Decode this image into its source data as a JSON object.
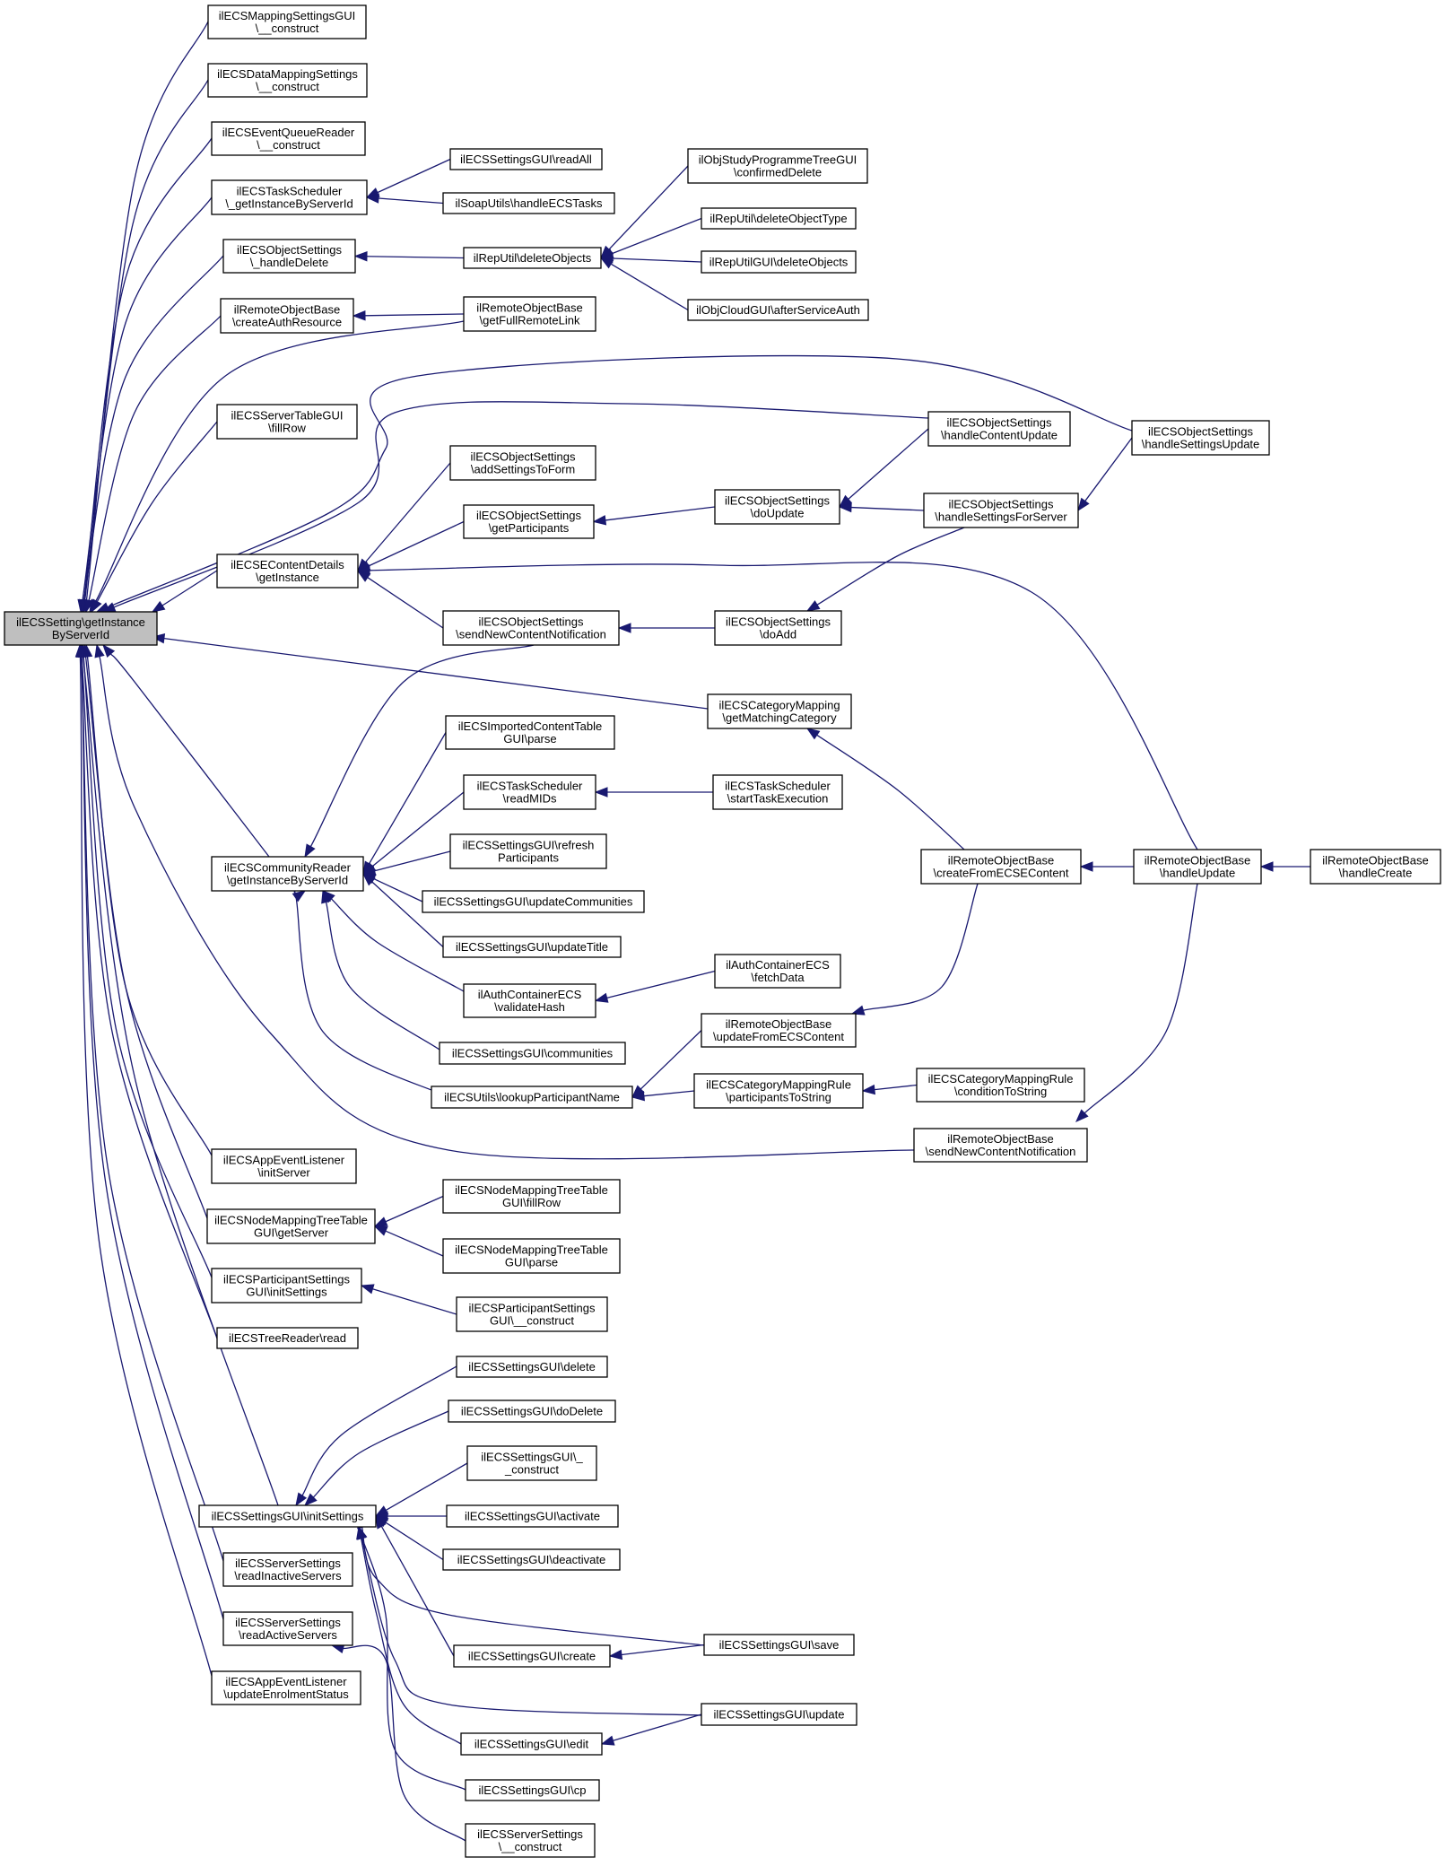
{
  "graph": {
    "edge_color": "#191970",
    "root_fill": "#bfbfbf",
    "nodes": [
      {
        "id": "root",
        "lines": [
          "ilECSSetting\\getInstance",
          "ByServerId"
        ],
        "root": true
      },
      {
        "id": "mapGUI",
        "lines": [
          "ilECSMappingSettingsGUI",
          "\\__construct"
        ]
      },
      {
        "id": "dataMap",
        "lines": [
          "ilECSDataMappingSettings",
          "\\__construct"
        ]
      },
      {
        "id": "eventQueue",
        "lines": [
          "ilECSEventQueueReader",
          "\\__construct"
        ]
      },
      {
        "id": "taskSched",
        "lines": [
          "ilECSTaskScheduler",
          "\\_getInstanceByServerId"
        ]
      },
      {
        "id": "objSetHandle",
        "lines": [
          "ilECSObjectSettings",
          "\\_handleDelete"
        ]
      },
      {
        "id": "remCreateAuth",
        "lines": [
          "ilRemoteObjectBase",
          "\\createAuthResource"
        ]
      },
      {
        "id": "serverTable",
        "lines": [
          "ilECSServerTableGUI",
          "\\fillRow"
        ]
      },
      {
        "id": "contentDetails",
        "lines": [
          "ilECSEContentDetails",
          "\\getInstance"
        ]
      },
      {
        "id": "community",
        "lines": [
          "ilECSCommunityReader",
          "\\getInstanceByServerId"
        ]
      },
      {
        "id": "appInit",
        "lines": [
          "ilECSAppEventListener",
          "\\initServer"
        ]
      },
      {
        "id": "nodeMapGet",
        "lines": [
          "ilECSNodeMappingTreeTable",
          "GUI\\getServer"
        ]
      },
      {
        "id": "partInit",
        "lines": [
          "ilECSParticipantSettings",
          "GUI\\initSettings"
        ]
      },
      {
        "id": "treeRead",
        "lines": [
          "ilECSTreeReader\\read"
        ]
      },
      {
        "id": "setInit",
        "lines": [
          "ilECSSettingsGUI\\initSettings"
        ]
      },
      {
        "id": "readInactive",
        "lines": [
          "ilECSServerSettings",
          "\\readInactiveServers"
        ]
      },
      {
        "id": "readActive",
        "lines": [
          "ilECSServerSettings",
          "\\readActiveServers"
        ]
      },
      {
        "id": "appUpdate",
        "lines": [
          "ilECSAppEventListener",
          "\\updateEnrolmentStatus"
        ]
      },
      {
        "id": "readAll",
        "lines": [
          "ilECSSettingsGUI\\readAll"
        ]
      },
      {
        "id": "soap",
        "lines": [
          "ilSoapUtils\\handleECSTasks"
        ]
      },
      {
        "id": "repDel",
        "lines": [
          "ilRepUtil\\deleteObjects"
        ]
      },
      {
        "id": "remFull",
        "lines": [
          "ilRemoteObjectBase",
          "\\getFullRemoteLink"
        ]
      },
      {
        "id": "objAddForm",
        "lines": [
          "ilECSObjectSettings",
          "\\addSettingsToForm"
        ]
      },
      {
        "id": "objGetPart",
        "lines": [
          "ilECSObjectSettings",
          "\\getParticipants"
        ]
      },
      {
        "id": "objSendNew",
        "lines": [
          "ilECSObjectSettings",
          "\\sendNewContentNotification"
        ]
      },
      {
        "id": "impParse",
        "lines": [
          "ilECSImportedContentTable",
          "GUI\\parse"
        ]
      },
      {
        "id": "taskReadMids",
        "lines": [
          "ilECSTaskScheduler",
          "\\readMIDs"
        ]
      },
      {
        "id": "setRefresh",
        "lines": [
          "ilECSSettingsGUI\\refresh",
          "Participants"
        ]
      },
      {
        "id": "setUpdComm",
        "lines": [
          "ilECSSettingsGUI\\updateCommunities"
        ]
      },
      {
        "id": "setUpdTitle",
        "lines": [
          "ilECSSettingsGUI\\updateTitle"
        ]
      },
      {
        "id": "authValidate",
        "lines": [
          "ilAuthContainerECS",
          "\\validateHash"
        ]
      },
      {
        "id": "setComm",
        "lines": [
          "ilECSSettingsGUI\\communities"
        ]
      },
      {
        "id": "utilsLookup",
        "lines": [
          "ilECSUtils\\lookupParticipantName"
        ]
      },
      {
        "id": "nodeFill",
        "lines": [
          "ilECSNodeMappingTreeTable",
          "GUI\\fillRow"
        ]
      },
      {
        "id": "nodeParse",
        "lines": [
          "ilECSNodeMappingTreeTable",
          "GUI\\parse"
        ]
      },
      {
        "id": "partConstruct",
        "lines": [
          "ilECSParticipantSettings",
          "GUI\\__construct"
        ]
      },
      {
        "id": "setDelete",
        "lines": [
          "ilECSSettingsGUI\\delete"
        ]
      },
      {
        "id": "setDoDelete",
        "lines": [
          "ilECSSettingsGUI\\doDelete"
        ]
      },
      {
        "id": "setConstruct",
        "lines": [
          "ilECSSettingsGUI\\_",
          "_construct"
        ]
      },
      {
        "id": "setActivate",
        "lines": [
          "ilECSSettingsGUI\\activate"
        ]
      },
      {
        "id": "setDeactivate",
        "lines": [
          "ilECSSettingsGUI\\deactivate"
        ]
      },
      {
        "id": "setCreate",
        "lines": [
          "ilECSSettingsGUI\\create"
        ]
      },
      {
        "id": "setEdit",
        "lines": [
          "ilECSSettingsGUI\\edit"
        ]
      },
      {
        "id": "setCp",
        "lines": [
          "ilECSSettingsGUI\\cp"
        ]
      },
      {
        "id": "srvConstruct",
        "lines": [
          "ilECSServerSettings",
          "\\__construct"
        ]
      },
      {
        "id": "studyDel",
        "lines": [
          "ilObjStudyProgrammeTreeGUI",
          "\\confirmedDelete"
        ]
      },
      {
        "id": "repDelType",
        "lines": [
          "ilRepUtil\\deleteObjectType"
        ]
      },
      {
        "id": "repGuiDel",
        "lines": [
          "ilRepUtilGUI\\deleteObjects"
        ]
      },
      {
        "id": "cloudAuth",
        "lines": [
          "ilObjCloudGUI\\afterServiceAuth"
        ]
      },
      {
        "id": "objDoUpdate",
        "lines": [
          "ilECSObjectSettings",
          "\\doUpdate"
        ]
      },
      {
        "id": "objDoAdd",
        "lines": [
          "ilECSObjectSettings",
          "\\doAdd"
        ]
      },
      {
        "id": "catMatch",
        "lines": [
          "ilECSCategoryMapping",
          "\\getMatchingCategory"
        ]
      },
      {
        "id": "taskStart",
        "lines": [
          "ilECSTaskScheduler",
          "\\startTaskExecution"
        ]
      },
      {
        "id": "authFetch",
        "lines": [
          "ilAuthContainerECS",
          "\\fetchData"
        ]
      },
      {
        "id": "remUpdFrom",
        "lines": [
          "ilRemoteObjectBase",
          "\\updateFromECSContent"
        ]
      },
      {
        "id": "catRulePart",
        "lines": [
          "ilECSCategoryMappingRule",
          "\\participantsToString"
        ]
      },
      {
        "id": "setSave",
        "lines": [
          "ilECSSettingsGUI\\save"
        ]
      },
      {
        "id": "setUpdate",
        "lines": [
          "ilECSSettingsGUI\\update"
        ]
      },
      {
        "id": "objHandleContent",
        "lines": [
          "ilECSObjectSettings",
          "\\handleContentUpdate"
        ]
      },
      {
        "id": "objHandleServer",
        "lines": [
          "ilECSObjectSettings",
          "\\handleSettingsForServer"
        ]
      },
      {
        "id": "remCreateFrom",
        "lines": [
          "ilRemoteObjectBase",
          "\\createFromECSEContent"
        ]
      },
      {
        "id": "catRuleCond",
        "lines": [
          "ilECSCategoryMappingRule",
          "\\conditionToString"
        ]
      },
      {
        "id": "remSendNew",
        "lines": [
          "ilRemoteObjectBase",
          "\\sendNewContentNotification"
        ]
      },
      {
        "id": "objHandleSettings",
        "lines": [
          "ilECSObjectSettings",
          "\\handleSettingsUpdate"
        ]
      },
      {
        "id": "remHandleUpdate",
        "lines": [
          "ilRemoteObjectBase",
          "\\handleUpdate"
        ]
      },
      {
        "id": "remHandleCreate",
        "lines": [
          "ilRemoteObjectBase",
          "\\handleCreate"
        ]
      }
    ],
    "edges": [
      [
        "mapGUI",
        "root"
      ],
      [
        "dataMap",
        "root"
      ],
      [
        "eventQueue",
        "root"
      ],
      [
        "taskSched",
        "root"
      ],
      [
        "objSetHandle",
        "root"
      ],
      [
        "remCreateAuth",
        "root"
      ],
      [
        "remFull",
        "root"
      ],
      [
        "serverTable",
        "root"
      ],
      [
        "objHandleSettings",
        "root"
      ],
      [
        "objHandleContent",
        "root"
      ],
      [
        "contentDetails",
        "root"
      ],
      [
        "catMatch",
        "root"
      ],
      [
        "community",
        "root"
      ],
      [
        "remSendNew",
        "root"
      ],
      [
        "appInit",
        "root"
      ],
      [
        "nodeMapGet",
        "root"
      ],
      [
        "partInit",
        "root"
      ],
      [
        "treeRead",
        "root"
      ],
      [
        "setInit",
        "root"
      ],
      [
        "readInactive",
        "root"
      ],
      [
        "readActive",
        "root"
      ],
      [
        "appUpdate",
        "root"
      ],
      [
        "readAll",
        "taskSched"
      ],
      [
        "soap",
        "taskSched"
      ],
      [
        "repDel",
        "objSetHandle"
      ],
      [
        "remFull",
        "remCreateAuth"
      ],
      [
        "studyDel",
        "repDel"
      ],
      [
        "repDelType",
        "repDel"
      ],
      [
        "repGuiDel",
        "repDel"
      ],
      [
        "cloudAuth",
        "repDel"
      ],
      [
        "objAddForm",
        "contentDetails"
      ],
      [
        "objGetPart",
        "contentDetails"
      ],
      [
        "objSendNew",
        "contentDetails"
      ],
      [
        "remHandleUpdate",
        "contentDetails"
      ],
      [
        "objDoUpdate",
        "objGetPart"
      ],
      [
        "objHandleServer",
        "objDoUpdate"
      ],
      [
        "objHandleContent",
        "objDoUpdate"
      ],
      [
        "objHandleSettings",
        "objHandleServer"
      ],
      [
        "objDoAdd",
        "objSendNew"
      ],
      [
        "objHandleServer",
        "objDoAdd"
      ],
      [
        "objSendNew",
        "community"
      ],
      [
        "impParse",
        "community"
      ],
      [
        "taskReadMids",
        "community"
      ],
      [
        "setRefresh",
        "community"
      ],
      [
        "setUpdComm",
        "community"
      ],
      [
        "setUpdTitle",
        "community"
      ],
      [
        "authValidate",
        "community"
      ],
      [
        "setComm",
        "community"
      ],
      [
        "utilsLookup",
        "community"
      ],
      [
        "taskStart",
        "taskReadMids"
      ],
      [
        "authFetch",
        "authValidate"
      ],
      [
        "remUpdFrom",
        "utilsLookup"
      ],
      [
        "catRulePart",
        "utilsLookup"
      ],
      [
        "catRuleCond",
        "catRulePart"
      ],
      [
        "remCreateFrom",
        "catMatch"
      ],
      [
        "remCreateFrom",
        "remUpdFrom"
      ],
      [
        "remHandleUpdate",
        "remCreateFrom"
      ],
      [
        "remHandleCreate",
        "remHandleUpdate"
      ],
      [
        "remHandleUpdate",
        "remSendNew"
      ],
      [
        "nodeFill",
        "nodeMapGet"
      ],
      [
        "nodeParse",
        "nodeMapGet"
      ],
      [
        "partConstruct",
        "partInit"
      ],
      [
        "setDelete",
        "setInit"
      ],
      [
        "setDoDelete",
        "setInit"
      ],
      [
        "setConstruct",
        "setInit"
      ],
      [
        "setActivate",
        "setInit"
      ],
      [
        "setDeactivate",
        "setInit"
      ],
      [
        "setSave",
        "setInit"
      ],
      [
        "setCreate",
        "setInit"
      ],
      [
        "setUpdate",
        "setInit"
      ],
      [
        "setEdit",
        "setInit"
      ],
      [
        "setCp",
        "setInit"
      ],
      [
        "setSave",
        "setCreate"
      ],
      [
        "setUpdate",
        "setEdit"
      ],
      [
        "srvConstruct",
        "readActive"
      ]
    ]
  }
}
